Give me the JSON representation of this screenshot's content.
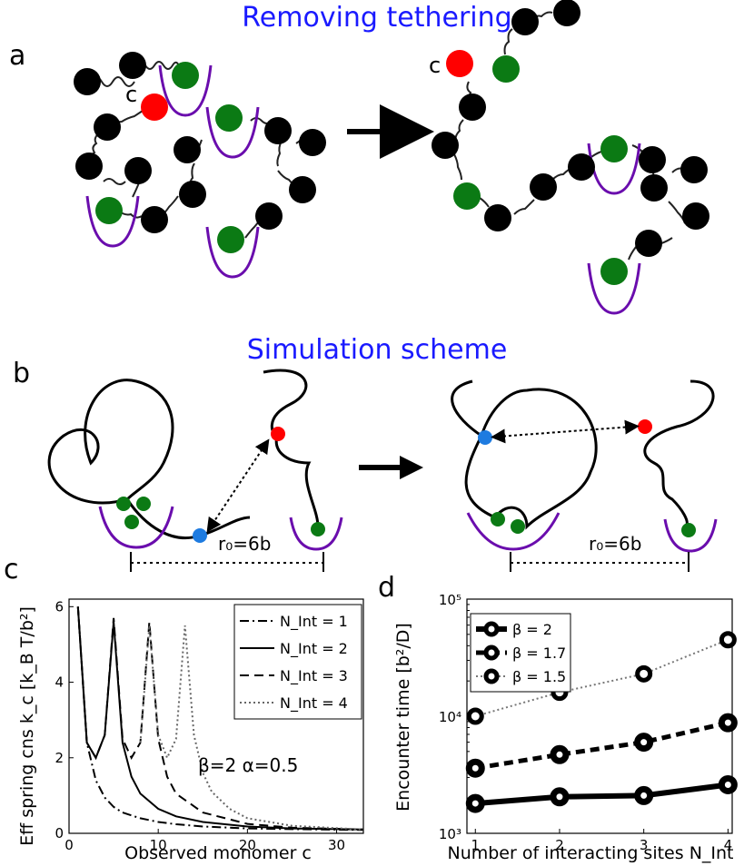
{
  "titles": {
    "top": "Removing tethering",
    "middle": "Simulation scheme"
  },
  "panels": {
    "a": "a",
    "b": "b",
    "c": "c",
    "d": "d"
  },
  "labels": {
    "observed_left": "c",
    "observed_right": "c",
    "r0_left": "r₀=6b",
    "r0_right": "r₀=6b"
  },
  "colors": {
    "monomer": "#000000",
    "observed": "#ff0000",
    "interacting": "#0b7a14",
    "well": "#6a0dad",
    "blue_site": "#1e7be0",
    "title": "#1a1aff"
  },
  "chart_data": [
    {
      "type": "line",
      "panel": "c",
      "xlabel": "Observed monomer  c",
      "ylabel": "Eff spring cns  k_c  [k_B T/b²]",
      "annotation": "β=2   α=0.5",
      "xlim": [
        0,
        33
      ],
      "ylim": [
        0,
        6.2
      ],
      "xticks": [
        0,
        10,
        20,
        30
      ],
      "yticks": [
        0,
        2,
        4,
        6
      ],
      "legend_position": "top-right",
      "series": [
        {
          "name": "N_Int = 1",
          "style": "dashdot",
          "x": [
            1,
            2,
            3,
            4,
            5,
            6,
            8,
            10,
            12,
            15,
            20,
            25,
            33
          ],
          "y": [
            6.0,
            2.4,
            1.4,
            0.95,
            0.7,
            0.55,
            0.4,
            0.3,
            0.24,
            0.18,
            0.13,
            0.11,
            0.09
          ]
        },
        {
          "name": "N_Int = 2",
          "style": "solid",
          "x": [
            1,
            2,
            3,
            4,
            5,
            6,
            7,
            8,
            10,
            12,
            15,
            20,
            25,
            33
          ],
          "y": [
            6.0,
            2.4,
            2.0,
            2.6,
            5.6,
            2.4,
            1.5,
            1.05,
            0.65,
            0.45,
            0.3,
            0.18,
            0.13,
            0.1
          ]
        },
        {
          "name": "N_Int = 3",
          "style": "dashed",
          "x": [
            1,
            2,
            3,
            4,
            5,
            6,
            7,
            8,
            9,
            10,
            11,
            12,
            15,
            20,
            25,
            33
          ],
          "y": [
            6.0,
            2.4,
            2.0,
            2.6,
            5.7,
            2.5,
            2.0,
            2.4,
            5.6,
            2.5,
            1.5,
            1.05,
            0.55,
            0.25,
            0.15,
            0.1
          ]
        },
        {
          "name": "N_Int = 4",
          "style": "dotted",
          "x": [
            8,
            9,
            10,
            11,
            12,
            13,
            14,
            15,
            16,
            18,
            20,
            25,
            33
          ],
          "y": [
            2.4,
            5.5,
            2.6,
            2.0,
            2.5,
            5.5,
            2.6,
            1.6,
            1.1,
            0.65,
            0.4,
            0.2,
            0.1
          ]
        }
      ]
    },
    {
      "type": "line",
      "panel": "d",
      "xlabel": "Number of interacting sites  N_Int",
      "ylabel": "Encounter time  [b²/D]",
      "yscale": "log",
      "xlim": [
        0.9,
        4.05
      ],
      "ylim": [
        1000,
        100000
      ],
      "xticks": [
        1,
        2,
        3,
        4
      ],
      "yticks": [
        "10³",
        "10⁴",
        "10⁵"
      ],
      "legend_position": "top-left",
      "series": [
        {
          "name": "β = 2",
          "style": "solid",
          "x": [
            1,
            2,
            3,
            4
          ],
          "y": [
            1800,
            2050,
            2100,
            2600
          ]
        },
        {
          "name": "β = 1.7",
          "style": "dashed",
          "x": [
            1,
            2,
            3,
            4
          ],
          "y": [
            3600,
            4700,
            6000,
            8800
          ]
        },
        {
          "name": "β = 1.5",
          "style": "dotted",
          "x": [
            1,
            2,
            3,
            4
          ],
          "y": [
            10000,
            16000,
            23000,
            45000
          ]
        }
      ]
    }
  ]
}
